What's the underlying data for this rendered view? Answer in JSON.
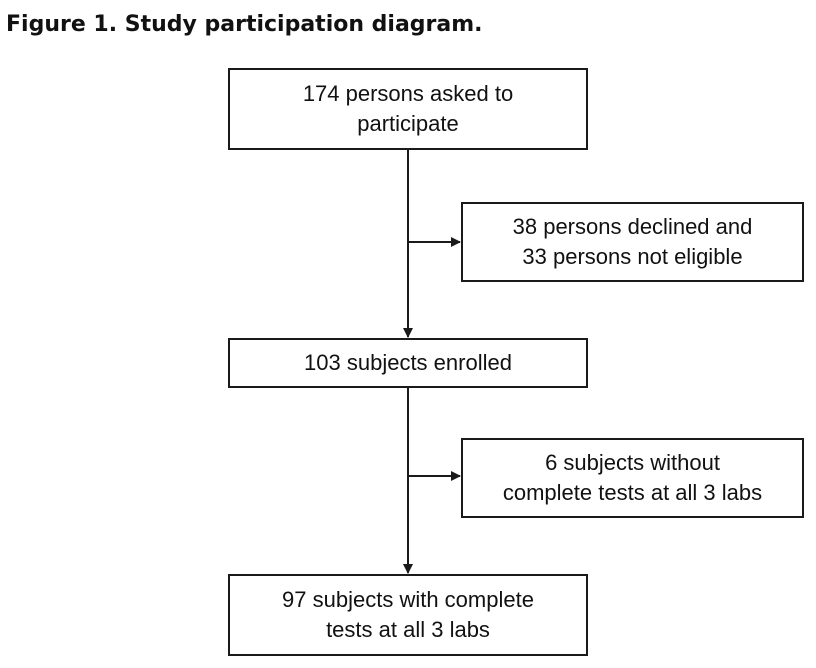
{
  "figure": {
    "title": "Figure 1. Study participation diagram."
  },
  "flow": {
    "invited": {
      "line1": "174 persons asked to",
      "line2": "participate"
    },
    "excluded": {
      "line1": "38 persons declined and",
      "line2": "33 persons not eligible"
    },
    "enrolled": {
      "line1": "103 subjects enrolled"
    },
    "incomplete": {
      "line1": "6 subjects without",
      "line2": "complete tests at all 3 labs"
    },
    "complete": {
      "line1": "97 subjects with complete",
      "line2": "tests at all 3 labs"
    }
  }
}
